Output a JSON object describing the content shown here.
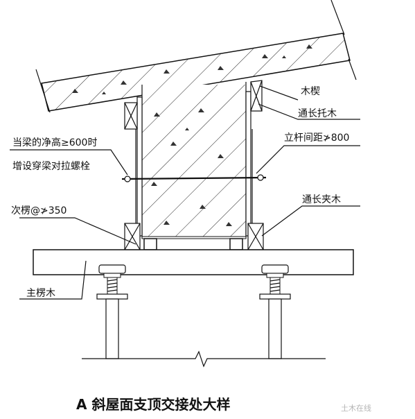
{
  "labels": {
    "wood_wedge": "木楔",
    "long_support_timber": "通长托木",
    "beam_clear_height_note_line1": "当梁的净高≥600时",
    "beam_clear_height_note_line2": "增设穿梁对拉螺栓",
    "pole_spacing": "立杆间距≯800",
    "long_clamp_timber": "通长夹木",
    "secondary_joist": "次楞@≯350",
    "main_joist": "主楞木"
  },
  "caption": "A 斜屋面支顶交接处大样",
  "watermark": "土木在线"
}
